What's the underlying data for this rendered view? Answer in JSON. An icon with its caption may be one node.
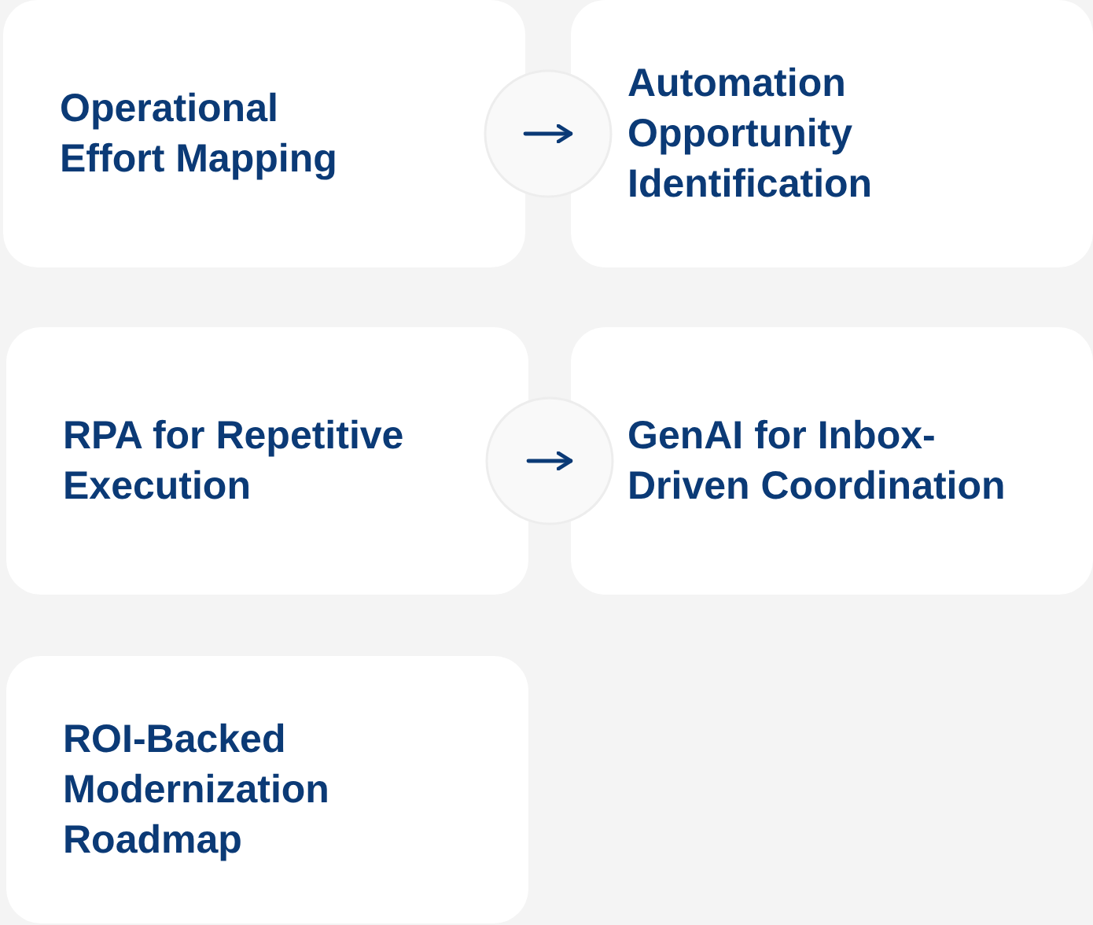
{
  "diagram": {
    "nodes": [
      {
        "text": [
          "Operational Effort Mapping"
        ]
      },
      {
        "text": [
          "Automation Opportunity Identification"
        ]
      },
      {
        "text": [
          "RPA for Repetitive Execution"
        ]
      },
      {
        "text": [
          "GenAI for Inbox-Driven Coordination"
        ]
      },
      {
        "text": [
          "ROI-Backed Modernization Roadmap"
        ]
      }
    ],
    "edges": [
      {
        "from": 0,
        "to": 1,
        "arrow": "to"
      },
      {
        "from": 2,
        "to": 3,
        "arrow": "to"
      }
    ]
  }
}
